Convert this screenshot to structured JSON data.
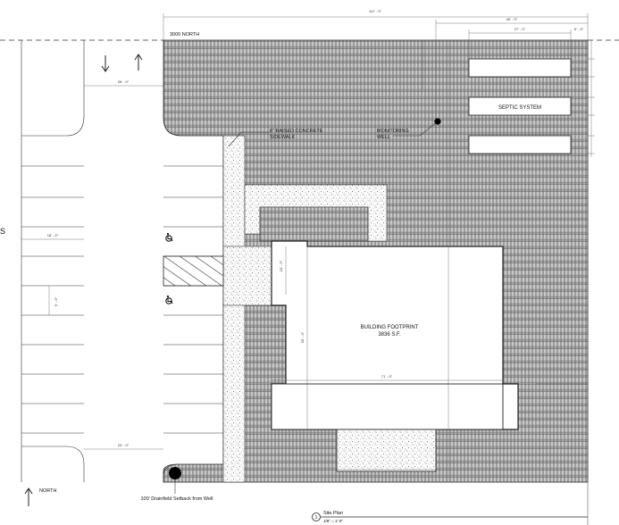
{
  "labels": {
    "north_road": "3000 NORTH",
    "raised_sidewalk_line1": "6\" RAISED CONCRETE",
    "raised_sidewalk_line2": "SIDEWALK",
    "monitoring_line1": "MONITORING",
    "monitoring_line2": "WELL",
    "septic": "SEPTIC SYSTEM",
    "building_line1": "BUILDING FOOTPRINT",
    "building_line2": "3836 S.F.",
    "drainfield": "100' Drainfield Setback from Well",
    "north_arrow": "NORTH",
    "side_marker": "S",
    "site_plan_title": "Site Plan",
    "site_plan_scale": "1/8\" = 1'-0\"",
    "site_plan_number": "1"
  },
  "dimensions": {
    "overall_width": "111' - 0\"",
    "east_width": "40' - 0\"",
    "septic_width": "27' - 0\"",
    "septic_edge": "5' - 0\"",
    "entry_width": "26' - 0\"",
    "parking_width": "18' - 0\"",
    "stall_width": "9' - 0\"",
    "lower_entry": "24' - 0\"",
    "building_width": "71' - 0\"",
    "building_depth": "50' - 0\"",
    "notch_depth": "10' - 0\""
  },
  "colors": {
    "paving_stroke": "#4a4a4a",
    "concrete_dot": "#555555",
    "line": "#222222",
    "well_marker": "#000000"
  },
  "icons": {
    "accessible_parking": "wheelchair-icon",
    "drive_arrows": "arrow-icon",
    "north": "north-arrow-icon"
  }
}
